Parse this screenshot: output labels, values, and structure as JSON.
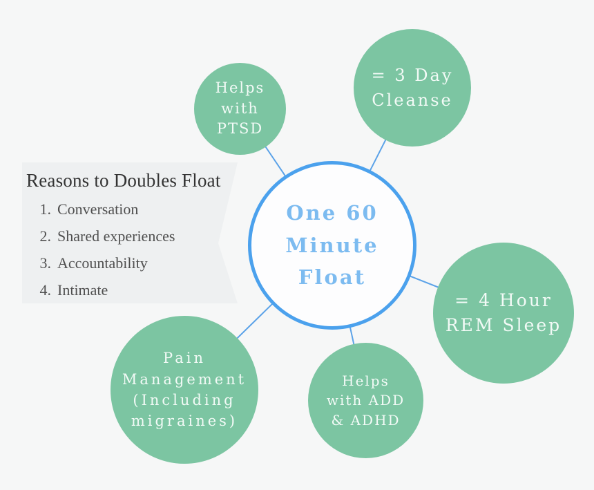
{
  "diagram": {
    "center": {
      "lines": [
        "One 60",
        "Minute",
        "Float"
      ]
    },
    "bubbles": {
      "ptsd": {
        "lines": [
          "Helps",
          "with",
          "PTSD"
        ]
      },
      "cleanse": {
        "lines": [
          "= 3 Day",
          "Cleanse"
        ]
      },
      "rem": {
        "lines": [
          "= 4 Hour",
          "REM Sleep"
        ]
      },
      "adhd": {
        "lines": [
          "Helps",
          "with ADD",
          "& ADHD"
        ]
      },
      "pain": {
        "lines": [
          "Pain",
          "Management",
          "(Including",
          "migraines)"
        ]
      }
    },
    "legend": {
      "title": "Reasons to Doubles Float",
      "items": [
        {
          "num": "1.",
          "label": "Conversation"
        },
        {
          "num": "2.",
          "label": "Shared experiences"
        },
        {
          "num": "3.",
          "label": "Accountability"
        },
        {
          "num": "4.",
          "label": "Intimate"
        }
      ]
    },
    "colors": {
      "background": "#f6f7f7",
      "bubble_fill": "#7cc5a2",
      "bubble_text": "#f2faf6",
      "center_fill": "#fdfdfe",
      "center_border": "#4ba1ed",
      "center_text": "#7cbbf0",
      "connector": "#5ba2e8",
      "legend_background": "#eef0f1",
      "legend_title_text": "#333333",
      "legend_item_text": "#4f4f4f"
    }
  }
}
